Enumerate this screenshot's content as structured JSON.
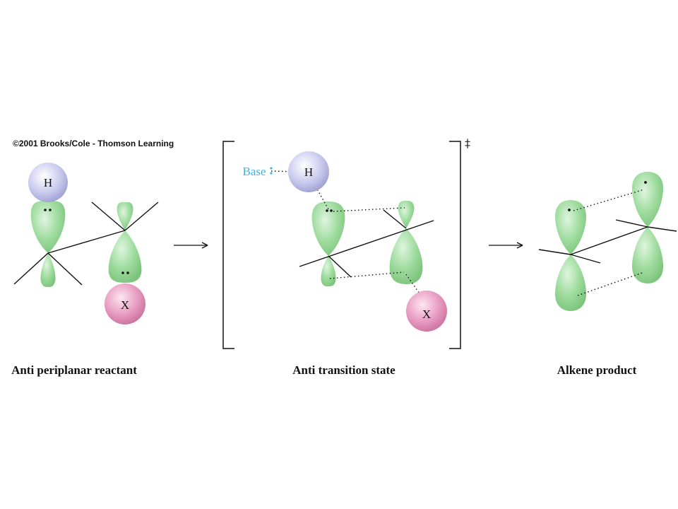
{
  "copyright": "©2001 Brooks/Cole - Thomson Learning",
  "captions": {
    "reactant": "Anti periplanar reactant",
    "transition": "Anti transition state",
    "product": "Alkene product"
  },
  "labels": {
    "hydrogen": "H",
    "leaving_group": "X",
    "base": "Base",
    "double_dagger": "‡"
  },
  "colors": {
    "orbital_green": "#9fdc9f",
    "hydrogen_sphere": "#c9c9ee",
    "x_sphere": "#e79ac0",
    "base_text": "#3fb3d8"
  }
}
